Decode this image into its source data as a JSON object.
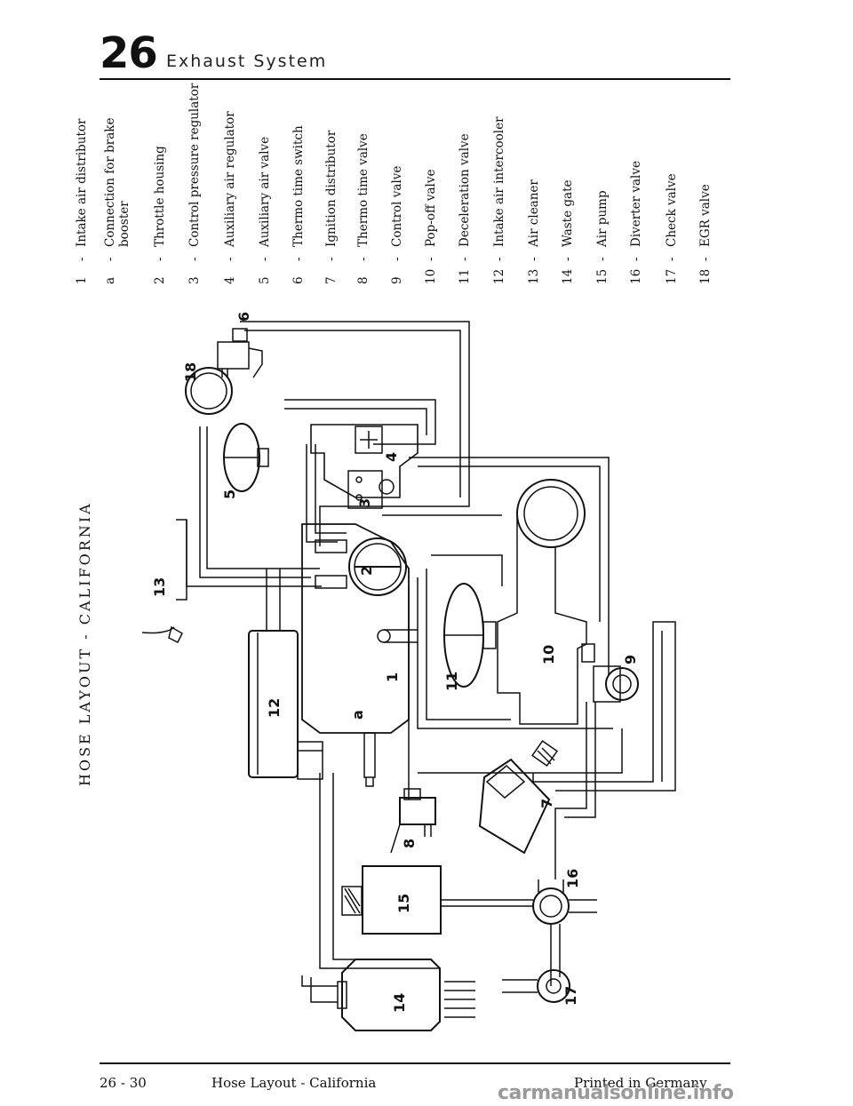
{
  "header": {
    "number": "26",
    "title": "Exhaust System"
  },
  "side_label": "HOSE LAYOUT - CALIFORNIA",
  "legend": [
    {
      "num": "1",
      "text": "Intake air distributor"
    },
    {
      "num": "a",
      "text": "Connection for brake",
      "text2": "booster"
    },
    {
      "num": "2",
      "text": "Throttle housing"
    },
    {
      "num": "3",
      "text": "Control pressure regulator"
    },
    {
      "num": "4",
      "text": "Auxiliary air regulator"
    },
    {
      "num": "5",
      "text": "Auxiliary air valve"
    },
    {
      "num": "6",
      "text": "Thermo time switch"
    },
    {
      "num": "7",
      "text": "Ignition distributor"
    },
    {
      "num": "8",
      "text": "Thermo time valve"
    },
    {
      "num": "9",
      "text": "Control valve"
    },
    {
      "num": "10",
      "text": "Pop-off valve"
    },
    {
      "num": "11",
      "text": "Deceleration valve"
    },
    {
      "num": "12",
      "text": "Intake air intercooler"
    },
    {
      "num": "13",
      "text": "Air cleaner"
    },
    {
      "num": "14",
      "text": "Waste gate"
    },
    {
      "num": "15",
      "text": "Air pump"
    },
    {
      "num": "16",
      "text": "Diverter valve"
    },
    {
      "num": "17",
      "text": "Check valve"
    },
    {
      "num": "18",
      "text": "EGR valve"
    }
  ],
  "diagram_labels": {
    "l1": "1",
    "la": "a",
    "l2": "2",
    "l3": "3",
    "l4": "4",
    "l5": "5",
    "l6": "6",
    "l7": "7",
    "l8": "8",
    "l9": "9",
    "l10": "10",
    "l11": "11",
    "l12": "12",
    "l13": "13",
    "l14": "14",
    "l15": "15",
    "l16": "16",
    "l17": "17",
    "l18": "18"
  },
  "footer": {
    "page": "26 - 30",
    "section": "Hose Layout - California",
    "printed": "Printed in Germany"
  },
  "watermark": "carmanualsonline.info"
}
